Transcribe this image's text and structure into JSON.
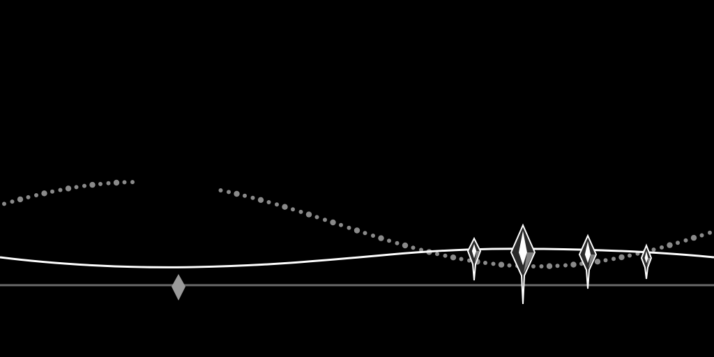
{
  "scene": {
    "background_color": "#000000",
    "dot_color": "#8a8a8a",
    "track_curve_color": "#ffffff",
    "baseline_color": "#6a6a6a",
    "cursor_color": "#9a9a9a",
    "crystal_light_color": "#ffffff",
    "crystal_dark_color": "#2a2a2a"
  },
  "icons": {
    "cursor": "diamond-icon",
    "crystal": "crystal-shard-icon"
  },
  "crystals": [
    {
      "name": "crystal-shard-1"
    },
    {
      "name": "crystal-shard-2"
    },
    {
      "name": "crystal-shard-3"
    },
    {
      "name": "crystal-shard-4"
    }
  ]
}
